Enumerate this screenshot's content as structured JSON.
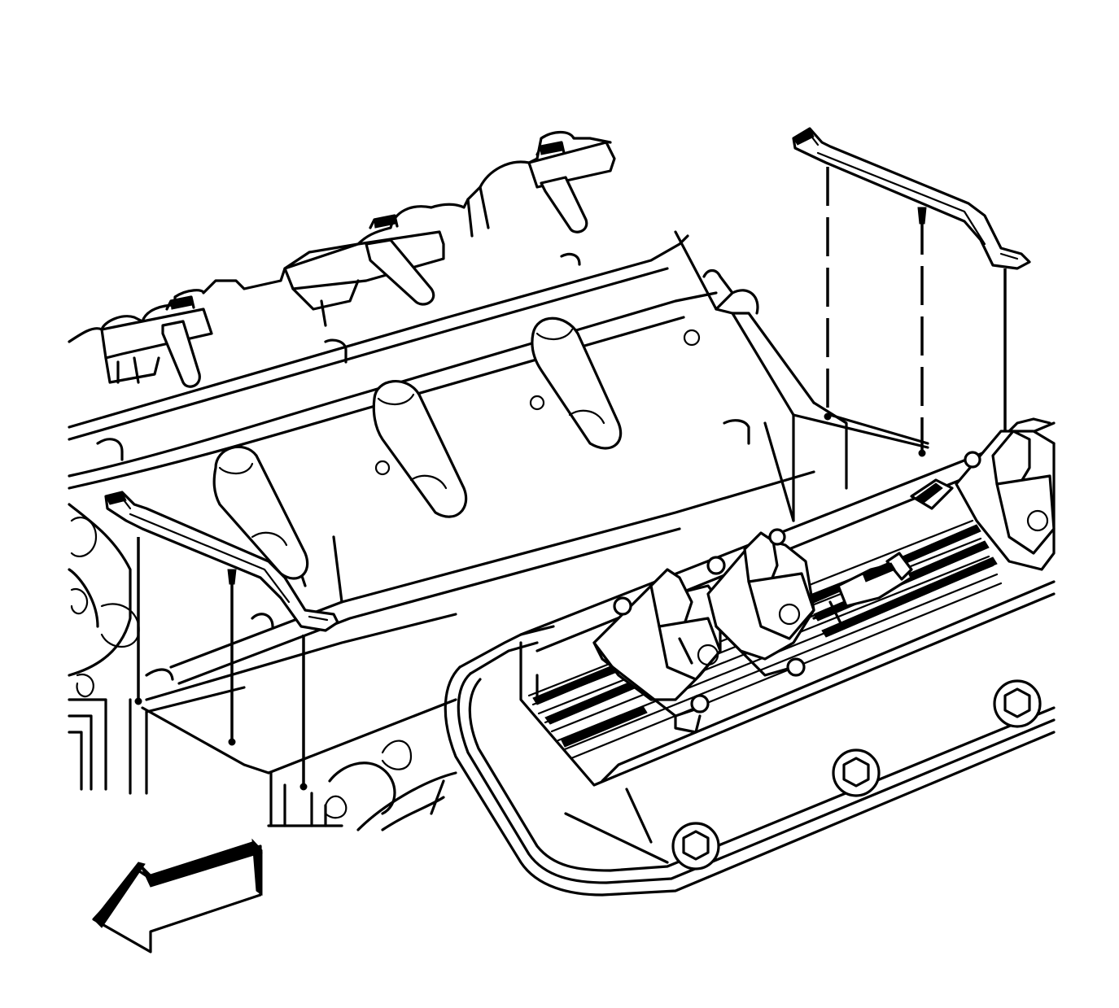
{
  "diagram": {
    "parts": [
      {
        "id": "rear-bracket",
        "icon": "bracket-icon"
      },
      {
        "id": "front-bracket",
        "icon": "bracket-icon"
      },
      {
        "id": "ignition-coils",
        "icon": "ignition-coil-icon"
      },
      {
        "id": "valve-cover",
        "icon": "valve-cover-icon"
      },
      {
        "id": "intake-manifold",
        "icon": "intake-manifold-icon"
      },
      {
        "id": "front-arrow",
        "icon": "arrow-left-icon"
      }
    ],
    "colors": {
      "ink": "#000000",
      "paper": "#ffffff"
    }
  }
}
